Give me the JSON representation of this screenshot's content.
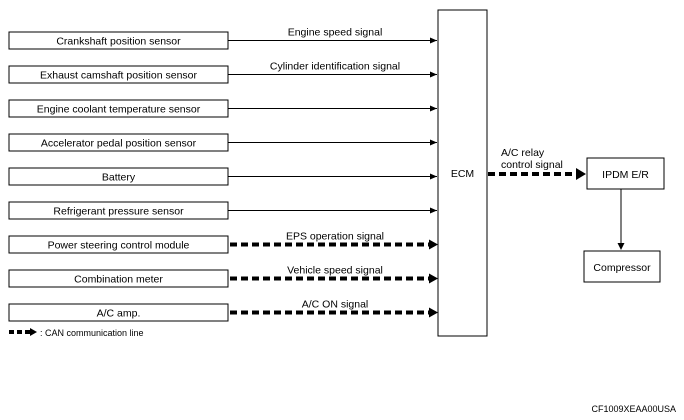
{
  "inputs": [
    {
      "label": "Crankshaft position sensor",
      "signal": "Engine speed signal",
      "can": false
    },
    {
      "label": "Exhaust camshaft position sensor",
      "signal": "Cylinder identification signal",
      "can": false
    },
    {
      "label": "Engine coolant temperature sensor",
      "signal": "",
      "can": false
    },
    {
      "label": "Accelerator pedal position sensor",
      "signal": "",
      "can": false
    },
    {
      "label": "Battery",
      "signal": "",
      "can": false
    },
    {
      "label": "Refrigerant pressure sensor",
      "signal": "",
      "can": false
    },
    {
      "label": "Power steering control module",
      "signal": "EPS operation signal",
      "can": true
    },
    {
      "label": "Combination meter",
      "signal": "Vehicle speed signal",
      "can": true
    },
    {
      "label": "A/C amp.",
      "signal": "A/C ON signal",
      "can": true
    }
  ],
  "ecm": {
    "label": "ECM"
  },
  "relay_signal": {
    "line1": "A/C relay",
    "line2": "control signal"
  },
  "ipdm": {
    "label": "IPDM E/R"
  },
  "compressor": {
    "label": "Compressor"
  },
  "legend": {
    "text": ": CAN communication line"
  },
  "figure_code": "CF1009XEAA00USA"
}
